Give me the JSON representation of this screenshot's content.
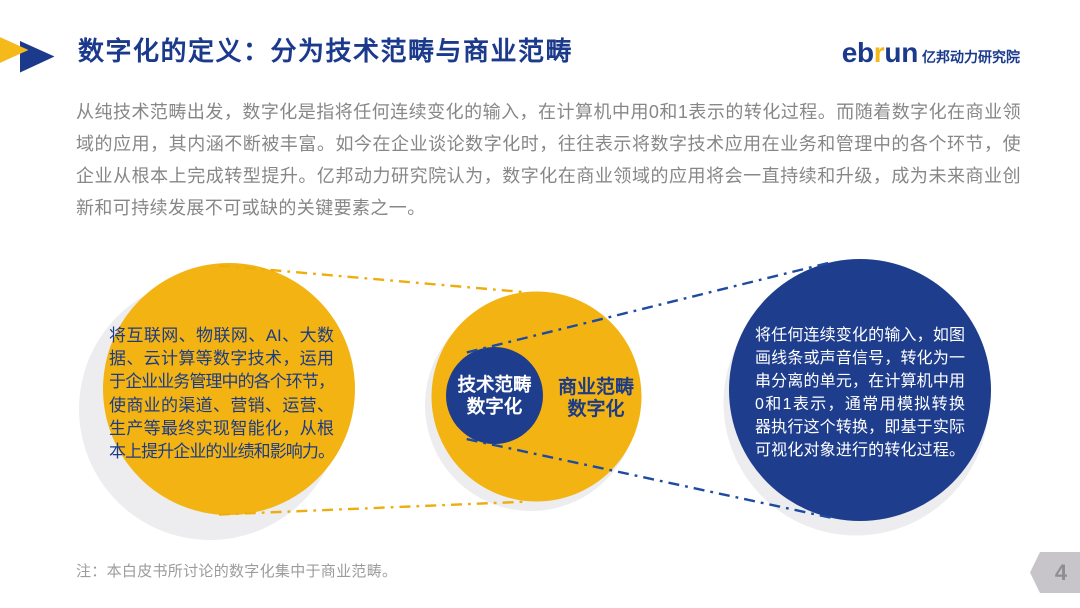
{
  "header": {
    "title": "数字化的定义：分为技术范畴与商业范畴",
    "brand": {
      "latin_prefix": "eb",
      "latin_accent": "r",
      "latin_suffix": "un",
      "cn": "亿邦动力研究院"
    }
  },
  "intro": {
    "lines": [
      "从纯技术范畴出发，数字化是指将任何连续变化的输入，在计算机中用0和1表示的转化过程。而随着数字化在商业领",
      "域的应用，其内涵不断被丰富。如今在企业谈论数字化时，往往表示将数字技术应用在业务和管理中的各个环节，使",
      "企业从根本上完成转型提升。亿邦动力研究院认为，数字化在商业领域的应用将会一直持续和升级，成为未来商业创",
      "新和可持续发展不可或缺的关键要素之一。"
    ]
  },
  "diagram": {
    "left_circle": {
      "lines": [
        "将互联网、物联网、AI、大数",
        "据、云计算等数字技术，运用",
        "于企业业务管理中的各个环节，",
        "使商业的渠道、营销、运营、",
        "生产等最终实现智能化，从根",
        "本上提升企业的业绩和影响力。"
      ]
    },
    "center_circle": {
      "tech_label_line1": "技术范畴",
      "tech_label_line2": "数字化",
      "biz_label_line1": "商业范畴",
      "biz_label_line2": "数字化"
    },
    "right_circle": {
      "lines": [
        "将任何连续变化的输入，如图",
        "画线条或声音信号，转化为一",
        "串分离的单元，在计算机中用",
        "0和1表示，通常用模拟转换",
        "器执行这个转换，即基于实际",
        "可视化对象进行的转化过程。"
      ]
    }
  },
  "footer": {
    "note": "注：本白皮书所讨论的数字化集中于商业范畴。",
    "page_number": "4"
  },
  "colors": {
    "brand_navy": "#1b3a8c",
    "circle_navy": "#1e3d8d",
    "brand_yellow": "#f5b91a",
    "dash_yellow": "#edae0d",
    "dash_blue": "#1e4ba0",
    "body_gray": "#878787",
    "note_gray": "#9c9c9c",
    "circle_shadow_gray": "#ededef",
    "badge_gray": "#c7c5c9",
    "badge_number_gray": "#8e8e92"
  }
}
